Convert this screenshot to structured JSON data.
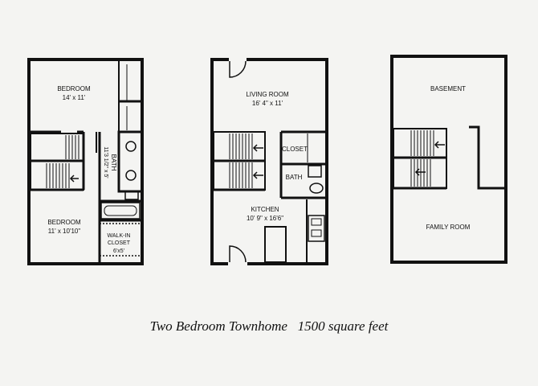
{
  "caption": {
    "title": "Two Bedroom Townhome",
    "area": "1500 square feet"
  },
  "upper_floor": {
    "bedroom_1": {
      "name": "BEDROOM",
      "size": "14' x 11'"
    },
    "bath": {
      "name": "BATH",
      "size": "11'3 1/2\" x 5'"
    },
    "bedroom_2": {
      "name": "BEDROOM",
      "size": "11' x 10'10\""
    },
    "walk_in_closet": {
      "name_line1": "WALK-IN",
      "name_line2": "CLOSET",
      "size": "6'x5'"
    }
  },
  "main_floor": {
    "living_room": {
      "name": "LIVING ROOM",
      "size": "16' 4\" x 11'"
    },
    "closet": {
      "name": "CLOSET"
    },
    "bath": {
      "name": "BATH"
    },
    "kitchen": {
      "name": "KITCHEN",
      "size": "10' 9\" x 16'6\""
    }
  },
  "basement_floor": {
    "basement": {
      "name": "BASEMENT"
    },
    "family_room": {
      "name": "FAMILY ROOM"
    }
  },
  "colors": {
    "wall": "#111111",
    "background": "#f4f4f2"
  }
}
